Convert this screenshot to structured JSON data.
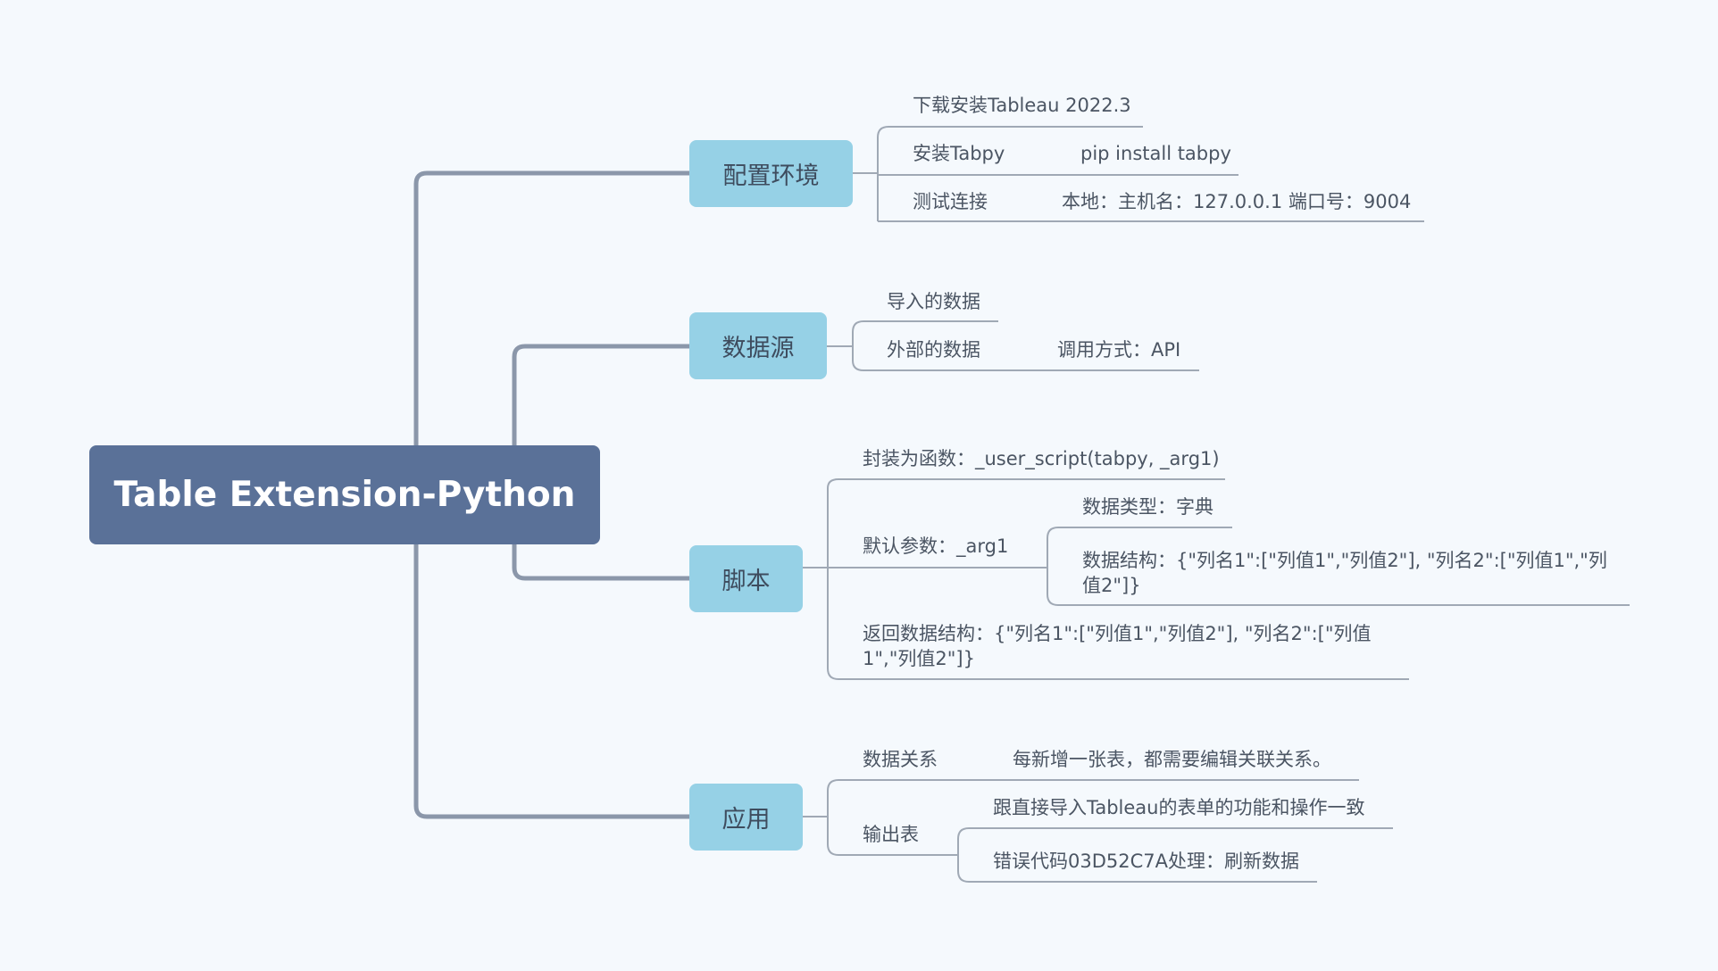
{
  "root": {
    "label": "Table Extension-Python"
  },
  "branches": {
    "config": {
      "label": "配置环境",
      "items": {
        "download": "下载安装Tableau 2022.3",
        "install_tabpy": "安装Tabpy",
        "install_tabpy_cmd": "pip install tabpy",
        "test_connection": "测试连接",
        "test_connection_detail": "本地：主机名：127.0.0.1 端口号：9004"
      }
    },
    "datasource": {
      "label": "数据源",
      "items": {
        "imported": "导入的数据",
        "external": "外部的数据",
        "external_method": "调用方式：API"
      }
    },
    "script": {
      "label": "脚本",
      "items": {
        "wrap_function": "封装为函数：_user_script(tabpy, _arg1)",
        "default_param": "默认参数：_arg1",
        "data_type": "数据类型：字典",
        "data_structure": "数据结构：{\"列名1\":[\"列值1\",\"列值2\"], \"列名2\":[\"列值1\",\"列值2\"]}",
        "return_structure": "返回数据结构：{\"列名1\":[\"列值1\",\"列值2\"], \"列名2\":[\"列值1\",\"列值2\"]}"
      }
    },
    "application": {
      "label": "应用",
      "items": {
        "data_relation": "数据关系",
        "data_relation_note": "每新增一张表，都需要编辑关联关系。",
        "output_table": "输出表",
        "output_same": "跟直接导入Tableau的表单的功能和操作一致",
        "error_code": "错误代码03D52C7A处理：刷新数据"
      }
    }
  },
  "colors": {
    "background": "#f5f9fd",
    "root_fill": "#5a7198",
    "branch_fill": "#96d1e6",
    "main_line": "#8b97aa",
    "leaf_line": "#a0a9b5"
  }
}
